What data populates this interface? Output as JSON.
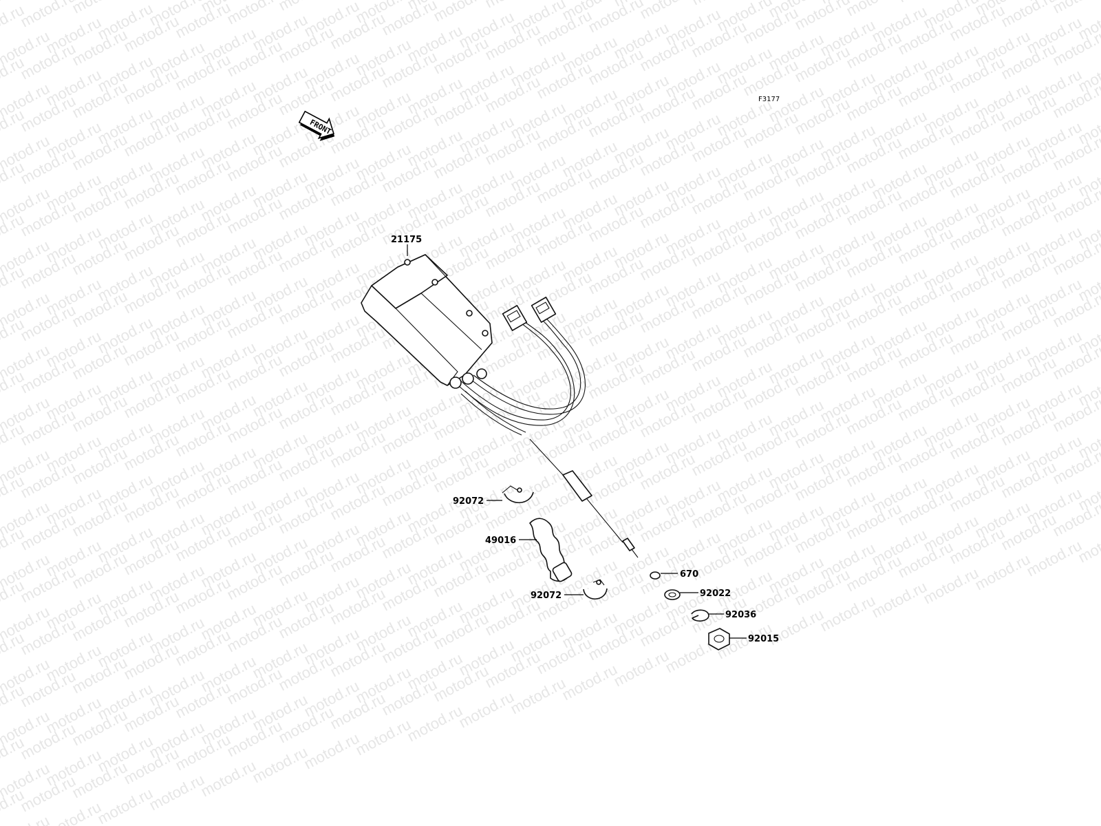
{
  "watermark": {
    "text": "motod.ru"
  },
  "figure_code": "F3177",
  "front_arrow": {
    "label": "FRONT"
  },
  "callouts": [
    {
      "id": "21175",
      "label": "21175"
    },
    {
      "id": "92072-upper",
      "label": "92072"
    },
    {
      "id": "49016",
      "label": "49016"
    },
    {
      "id": "92072-lower",
      "label": "92072"
    },
    {
      "id": "670",
      "label": "670"
    },
    {
      "id": "92022",
      "label": "92022"
    },
    {
      "id": "92036",
      "label": "92036"
    },
    {
      "id": "92015",
      "label": "92015"
    }
  ]
}
